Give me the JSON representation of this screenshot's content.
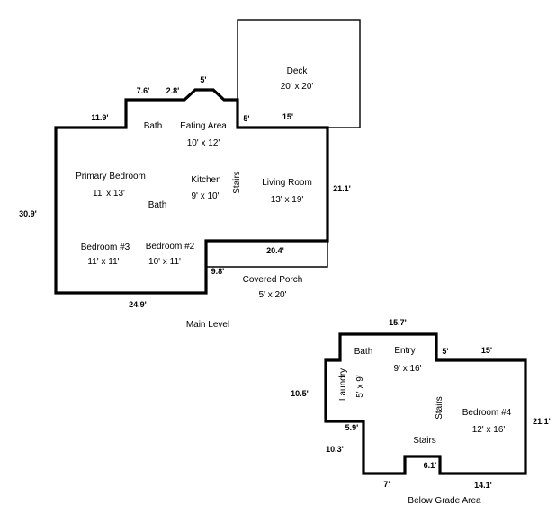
{
  "main_level": {
    "caption": "Main Level",
    "rooms": {
      "deck": {
        "name": "Deck",
        "size": "20' x 20'"
      },
      "bath_upper": {
        "name": "Bath"
      },
      "eating_area": {
        "name": "Eating Area",
        "size": "10' x 12'"
      },
      "primary_bedroom": {
        "name": "Primary Bedroom",
        "size": "11' x 13'"
      },
      "kitchen": {
        "name": "Kitchen",
        "size": "9' x 10'"
      },
      "stairs": {
        "name": "Stairs"
      },
      "living_room": {
        "name": "Living Room",
        "size": "13' x 19'"
      },
      "bath_lower": {
        "name": "Bath"
      },
      "bedroom_3": {
        "name": "Bedroom #3",
        "size": "11' x 11'"
      },
      "bedroom_2": {
        "name": "Bedroom #2",
        "size": "10' x 11'"
      },
      "covered_porch": {
        "name": "Covered Porch",
        "size": "5' x 20'"
      }
    },
    "dimensions": {
      "top_left": "11.9'",
      "bump_left": "7.6'",
      "bump_diag": "2.8'",
      "bump_top": "5'",
      "deck_gap": "5'",
      "deck_right": "15'",
      "right_side": "21.1'",
      "left_side": "30.9'",
      "porch_top": "20.4'",
      "porch_step": "9.8'",
      "bottom": "24.9'"
    }
  },
  "below_grade": {
    "caption": "Below Grade Area",
    "rooms": {
      "bath": {
        "name": "Bath"
      },
      "entry": {
        "name": "Entry",
        "size": "9' x 16'"
      },
      "laundry": {
        "name": "Laundry",
        "size": "5' x 9'"
      },
      "stairs_v": {
        "name": "Stairs"
      },
      "bedroom_4": {
        "name": "Bedroom #4",
        "size": "12' x 16'"
      },
      "stairs_h": {
        "name": "Stairs"
      }
    },
    "dimensions": {
      "top": "15.7'",
      "step_small": "5'",
      "step_right": "15'",
      "left_upper": "10.5'",
      "left_step": "5.9'",
      "left_lower": "10.3'",
      "right_side": "21.1'",
      "notch": "6.1'",
      "bottom_left": "7'",
      "bottom_right": "14.1'"
    }
  }
}
